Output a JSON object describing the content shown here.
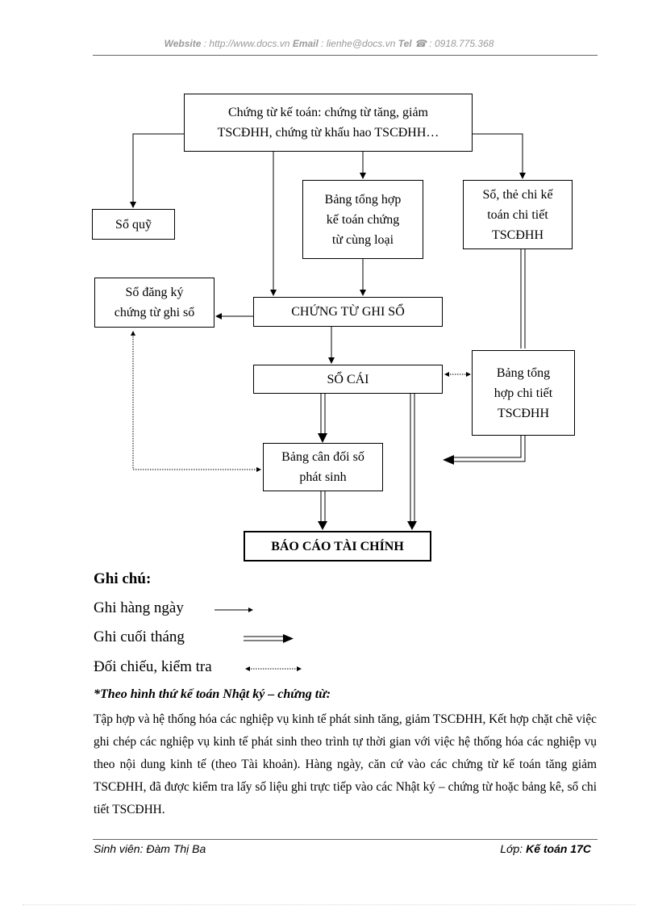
{
  "header": {
    "website_label": "Website",
    "website_value": ": http://www.docs.vn",
    "email_label": "Email",
    "email_value": ": lienhe@docs.vn",
    "tel_label": "Tel",
    "tel_value": ": 0918.775.368"
  },
  "diagram": {
    "top_box": [
      "Chứng từ kế toán: chứng từ tăng, giảm",
      "TSCĐHH, chứng từ khấu hao TSCĐHH…"
    ],
    "so_quy": "Sổ quỹ",
    "bang_tong_hop": [
      "Bảng tổng hợp",
      "kế toán chứng",
      "từ cùng loại"
    ],
    "so_the_chi_tiet": [
      "Sổ, thẻ chi kế",
      "toán chi tiết",
      "TSCĐHH"
    ],
    "so_dang_ky": [
      "Sổ đăng ký",
      "chứng từ ghi sổ"
    ],
    "chung_tu_ghi_so": "CHỨNG TỪ GHI SỔ",
    "so_cai": "SỔ CÁI",
    "bang_tong_hop_chi_tiet": [
      "Bảng tổng",
      "hợp chi tiết",
      "TSCĐHH"
    ],
    "bang_can_doi": [
      "Bảng cân đối số",
      "phát sinh"
    ],
    "bao_cao": "BÁO CÁO TÀI CHÍNH"
  },
  "legend": {
    "title": "Ghi chú:",
    "daily": "Ghi hàng ngày",
    "monthly": "Ghi cuối tháng",
    "check": "Đối chiếu, kiểm tra"
  },
  "section": {
    "title": "*Theo hình thứ kế toán Nhật ký – chứng từ:",
    "paragraph": "Tập hợp và hệ thống hóa các nghiệp vụ kinh tế phát sinh tăng, giảm TSCĐHH, Kết hợp chặt chẽ việc ghi chép các nghiệp vụ kinh tế phát sinh theo trình tự thời gian với việc hệ thống hóa các nghiệp vụ theo nội dung kinh tế (theo Tài khoản). Hàng ngày, căn cứ vào các chứng từ kế toán tăng giảm TSCĐHH, đã được kiểm tra lấy số liệu ghi trực tiếp vào các Nhật ký – chứng từ hoặc bảng kê, sổ chi tiết TSCĐHH."
  },
  "footer": {
    "student": "Sinh viên: Đàm Thị Ba",
    "class_label": "Lớp:",
    "class_value": "Kế toán 17C"
  }
}
